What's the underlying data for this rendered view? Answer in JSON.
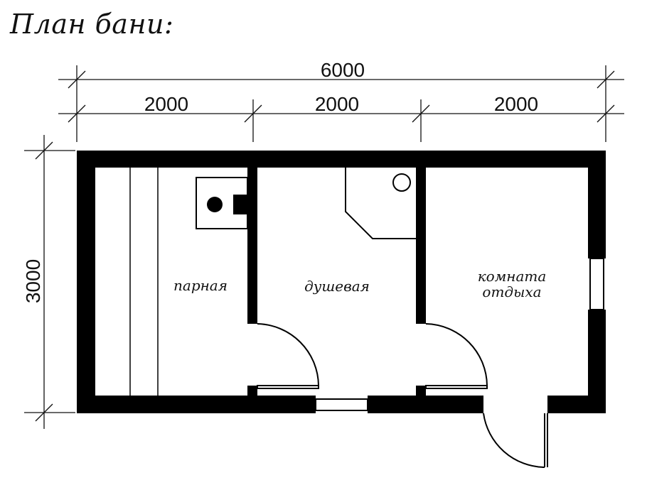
{
  "title": "План бани:",
  "dimensions": {
    "total_width": "6000",
    "segments": [
      "2000",
      "2000",
      "2000"
    ],
    "height": "3000"
  },
  "rooms": {
    "steam_room": "парная",
    "shower_room": "душевая",
    "rest_room_line1": "комната",
    "rest_room_line2": "отдыха"
  },
  "colors": {
    "wall": "#000000",
    "line": "#111111",
    "background": "#ffffff"
  }
}
